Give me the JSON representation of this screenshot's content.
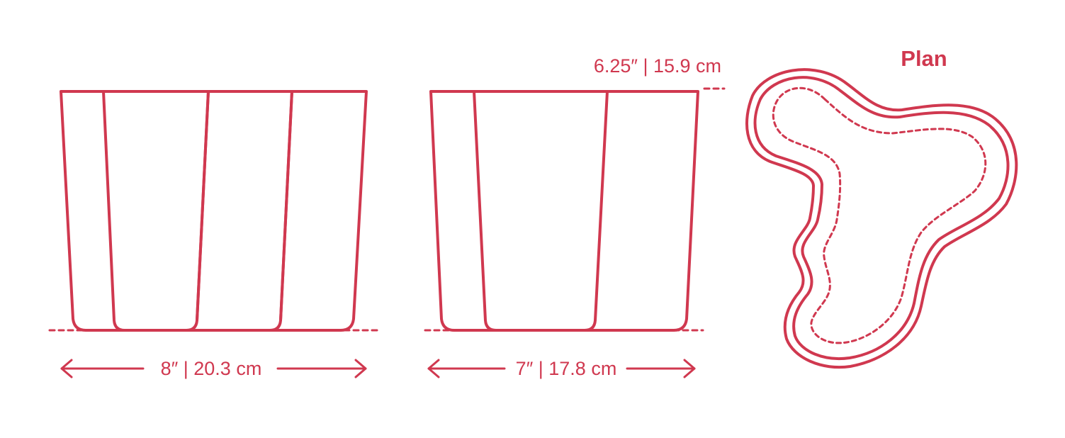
{
  "accent_color": "#d0384f",
  "plan": {
    "title": "Plan"
  },
  "front_view": {
    "width_label": "8″ | 20.3 cm"
  },
  "side_view": {
    "width_label": "7″ | 17.8 cm",
    "height_label": "6.25″ | 15.9 cm"
  }
}
